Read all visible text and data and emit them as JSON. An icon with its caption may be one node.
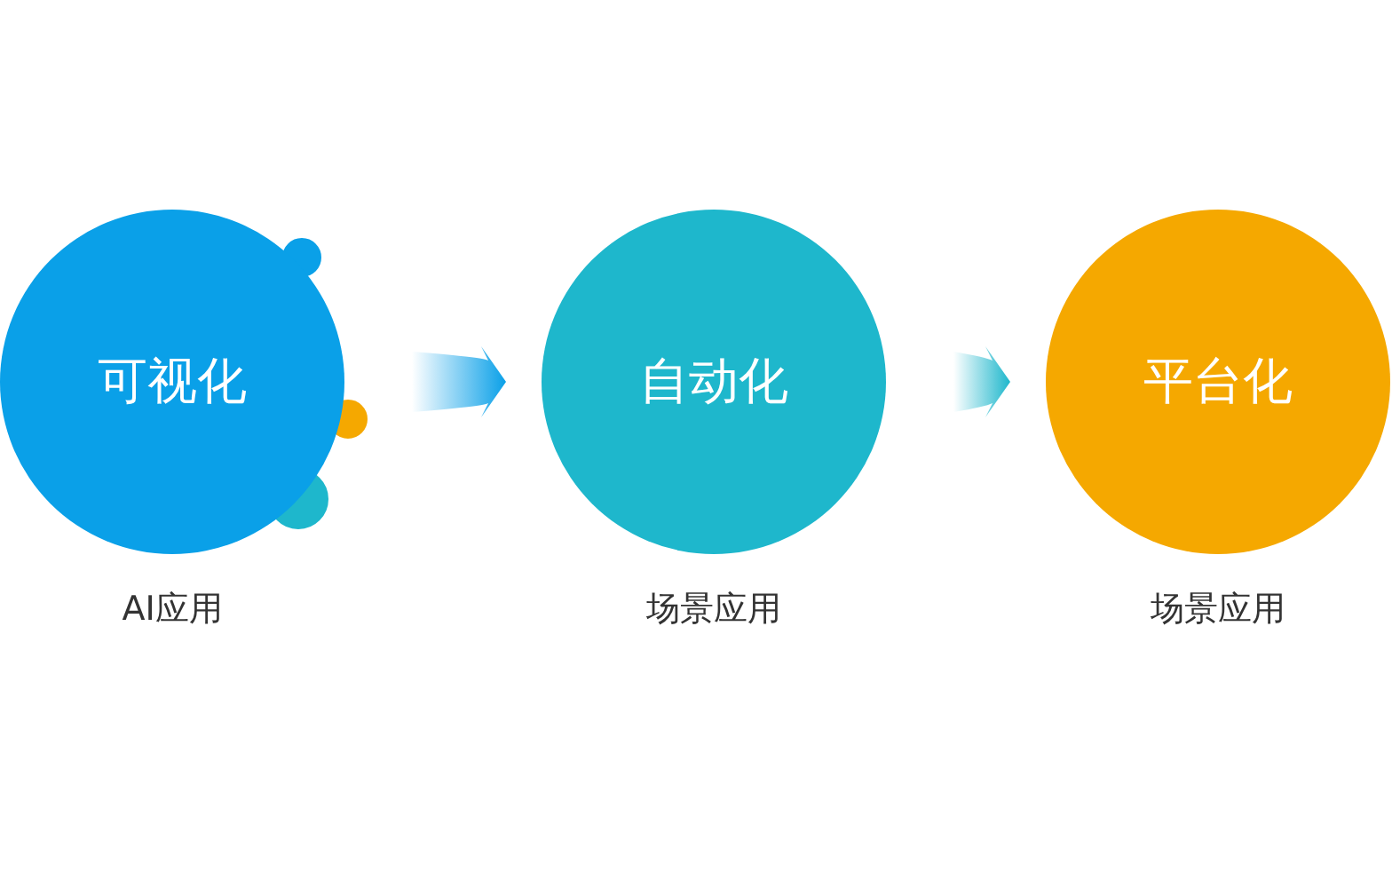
{
  "diagram": {
    "nodes": [
      {
        "text": [
          "可视化"
        ],
        "beside": [
          "AI应用"
        ]
      },
      {
        "text": [
          "自动化"
        ],
        "beside": [
          "场景应用"
        ]
      },
      {
        "text": [
          "平台化"
        ],
        "beside": [
          "场景应用"
        ]
      }
    ],
    "edges": [
      {
        "from": 0,
        "to": 1,
        "arrow": "to"
      },
      {
        "from": 1,
        "to": 2,
        "arrow": "to"
      }
    ]
  }
}
